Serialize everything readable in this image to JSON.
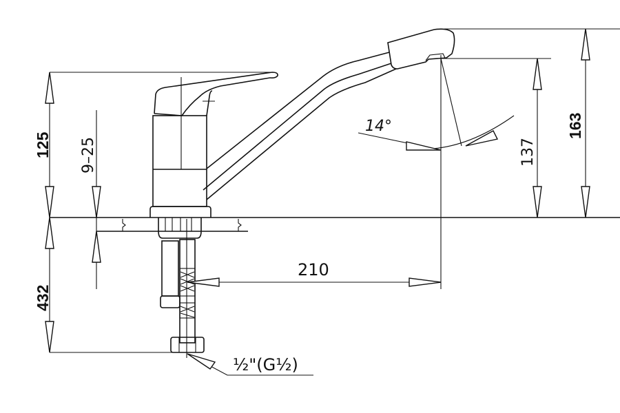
{
  "title": "Single-lever kitchen faucet dimension drawing",
  "dimensions": {
    "lever_height": "125",
    "deck_thickness": "9–25",
    "hose_length": "432",
    "spout_reach": "210",
    "swivel_angle": "14°",
    "outlet_height": "137",
    "total_height": "163",
    "connection": "½\"(G½)"
  },
  "colors": {
    "line": "#111111",
    "background": "#ffffff"
  }
}
